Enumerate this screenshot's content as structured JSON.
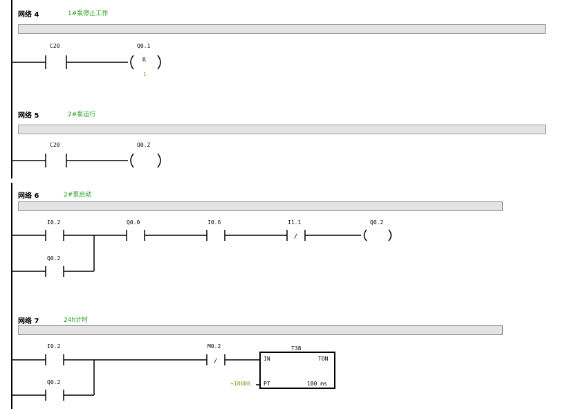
{
  "networks": [
    {
      "title": "网络 4",
      "comment": "1#泵停止工作",
      "contact": "C20",
      "coil": "Q0.1",
      "coil_type": "R",
      "coil_param": "1"
    },
    {
      "title": "网络 5",
      "comment": "2#泵运行",
      "contact": "C20",
      "coil": "Q0.2"
    },
    {
      "title": "网络 6",
      "comment": "2#泵启动",
      "contacts": [
        "I0.2",
        "Q0.0",
        "I0.6",
        "I1.1"
      ],
      "parallel": "Q0.2",
      "coil": "Q0.2"
    },
    {
      "title": "网络 7",
      "comment": "24h计时",
      "contacts": [
        "I0.2",
        "M0.2"
      ],
      "parallel": "Q0.2",
      "timer": {
        "name": "T38",
        "in": "IN",
        "type": "TON",
        "pt": "PT",
        "preset": "+18000",
        "base": "100 ms"
      }
    }
  ],
  "symbols": {
    "not": "/"
  }
}
